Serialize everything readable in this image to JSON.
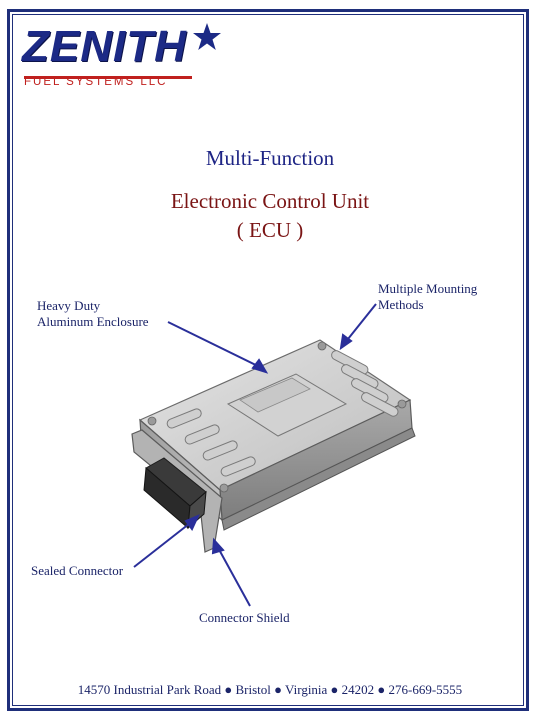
{
  "logo": {
    "wordmark": "ZENITH",
    "subtitle": "FUEL SYSTEMS LLC"
  },
  "titles": {
    "line1": "Multi-Function",
    "line2": "Electronic Control Unit",
    "line3": "( ECU )"
  },
  "callouts": {
    "heavy_duty_line1": "Heavy Duty",
    "heavy_duty_line2": "Aluminum Enclosure",
    "mounting_line1": "Multiple Mounting",
    "mounting_line2": "Methods",
    "sealed_connector": "Sealed Connector",
    "connector_shield": "Connector Shield"
  },
  "footer": {
    "address": "14570 Industrial Park Road ● Bristol ● Virginia ● 24202 ● 276-669-5555"
  },
  "colors": {
    "frame": "#1f2f7a",
    "logo_blue": "#1c2a86",
    "logo_red": "#c0201e",
    "title_blue": "#1e2585",
    "title_red": "#7a1414",
    "arrow": "#2a2f9a"
  }
}
